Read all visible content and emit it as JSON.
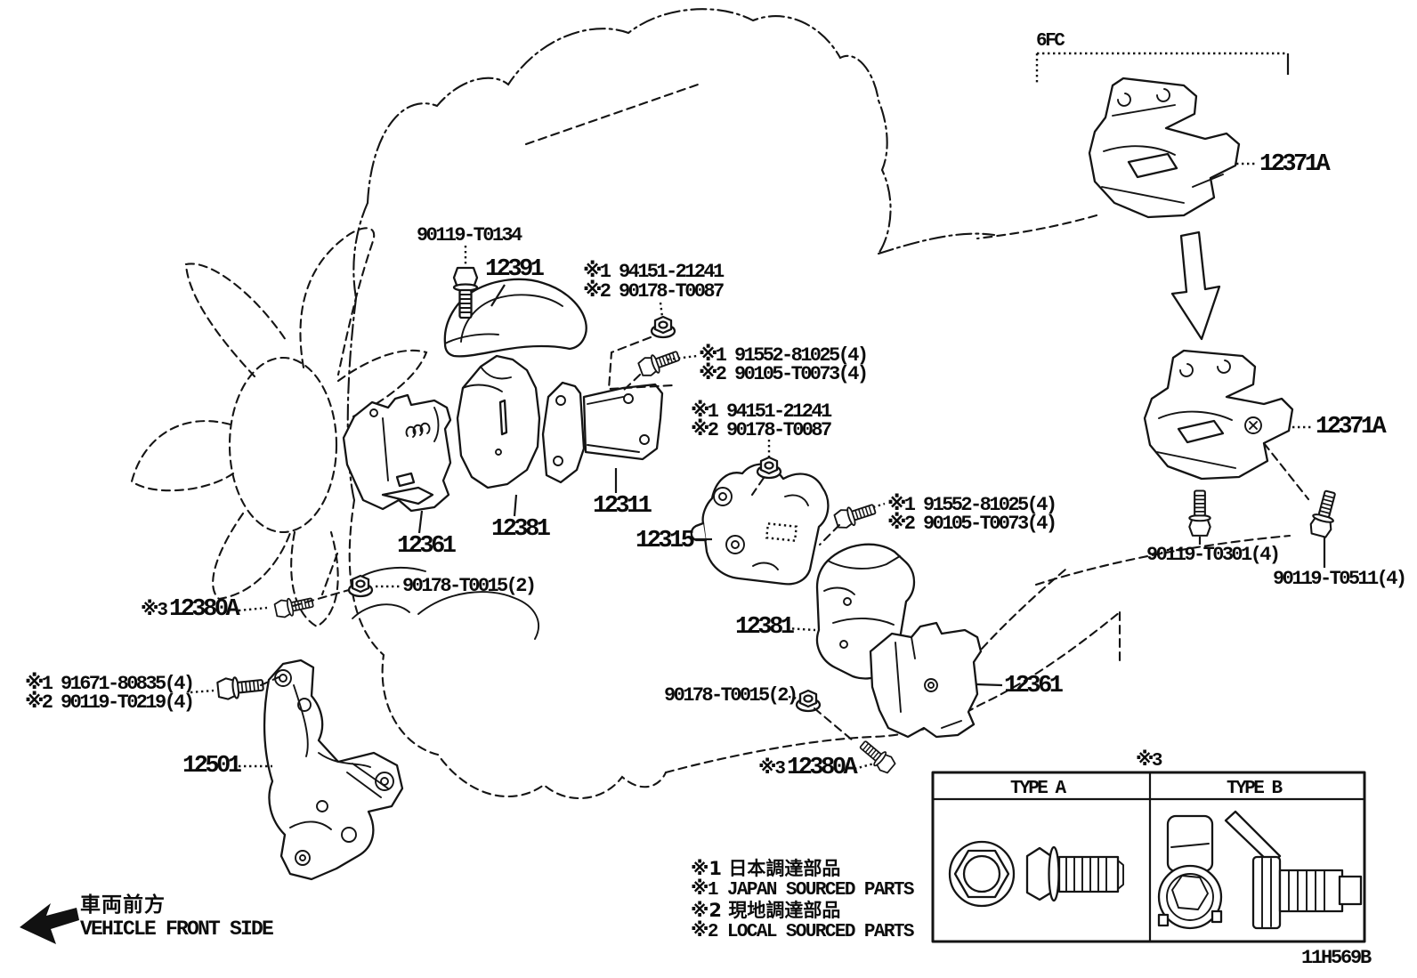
{
  "diagram": {
    "drawing_code": "11H569B",
    "engine_group": "6FC",
    "front_direction": {
      "jp": "車両前方",
      "en": "VEHICLE FRONT SIDE"
    },
    "legend": {
      "jp1": "※1 日本調達部品",
      "en1": "※1 JAPAN SOURCED PARTS",
      "jp2": "※2 現地調達部品",
      "en2": "※2 LOCAL SOURCED PARTS"
    },
    "bolt_type_table": {
      "note": "※3",
      "type_a": "TYPE A",
      "type_b": "TYPE B"
    },
    "callouts": {
      "bolt_90119_t0134": "90119-T0134",
      "part_12391": "12391",
      "washer_top_1": "※1 94151-21241",
      "washer_top_2": "※2 90178-T0087",
      "bolt_top_1": "※1 91552-81025(4)",
      "bolt_top_2": "※2 90105-T0073(4)",
      "washer_mid_1": "※1 94151-21241",
      "washer_mid_2": "※2 90178-T0087",
      "bolt_mid_1": "※1 91552-81025(4)",
      "bolt_mid_2": "※2 90105-T0073(4)",
      "part_12311": "12311",
      "part_12361_left": "12361",
      "part_12381_left": "12381",
      "part_12315": "12315",
      "part_12371a_upper": "12371A",
      "part_12371a_lower": "12371A",
      "bolt_90119_t0301": "90119-T0301(4)",
      "bolt_90119_t0511": "90119-T0511(4)",
      "nut_90178_t0015_left": "90178-T0015(2)",
      "note3_left": "※3",
      "part_12380a_left": "12380A",
      "part_12381_right": "12381",
      "part_12361_right": "12361",
      "nut_90178_t0015_right": "90178-T0015(2)",
      "note3_right": "※3",
      "part_12380a_right": "12380A",
      "bolt_left_1": "※1 91671-80835(4)",
      "bolt_left_2": "※2 90119-T0219(4)",
      "part_12501": "12501"
    }
  }
}
